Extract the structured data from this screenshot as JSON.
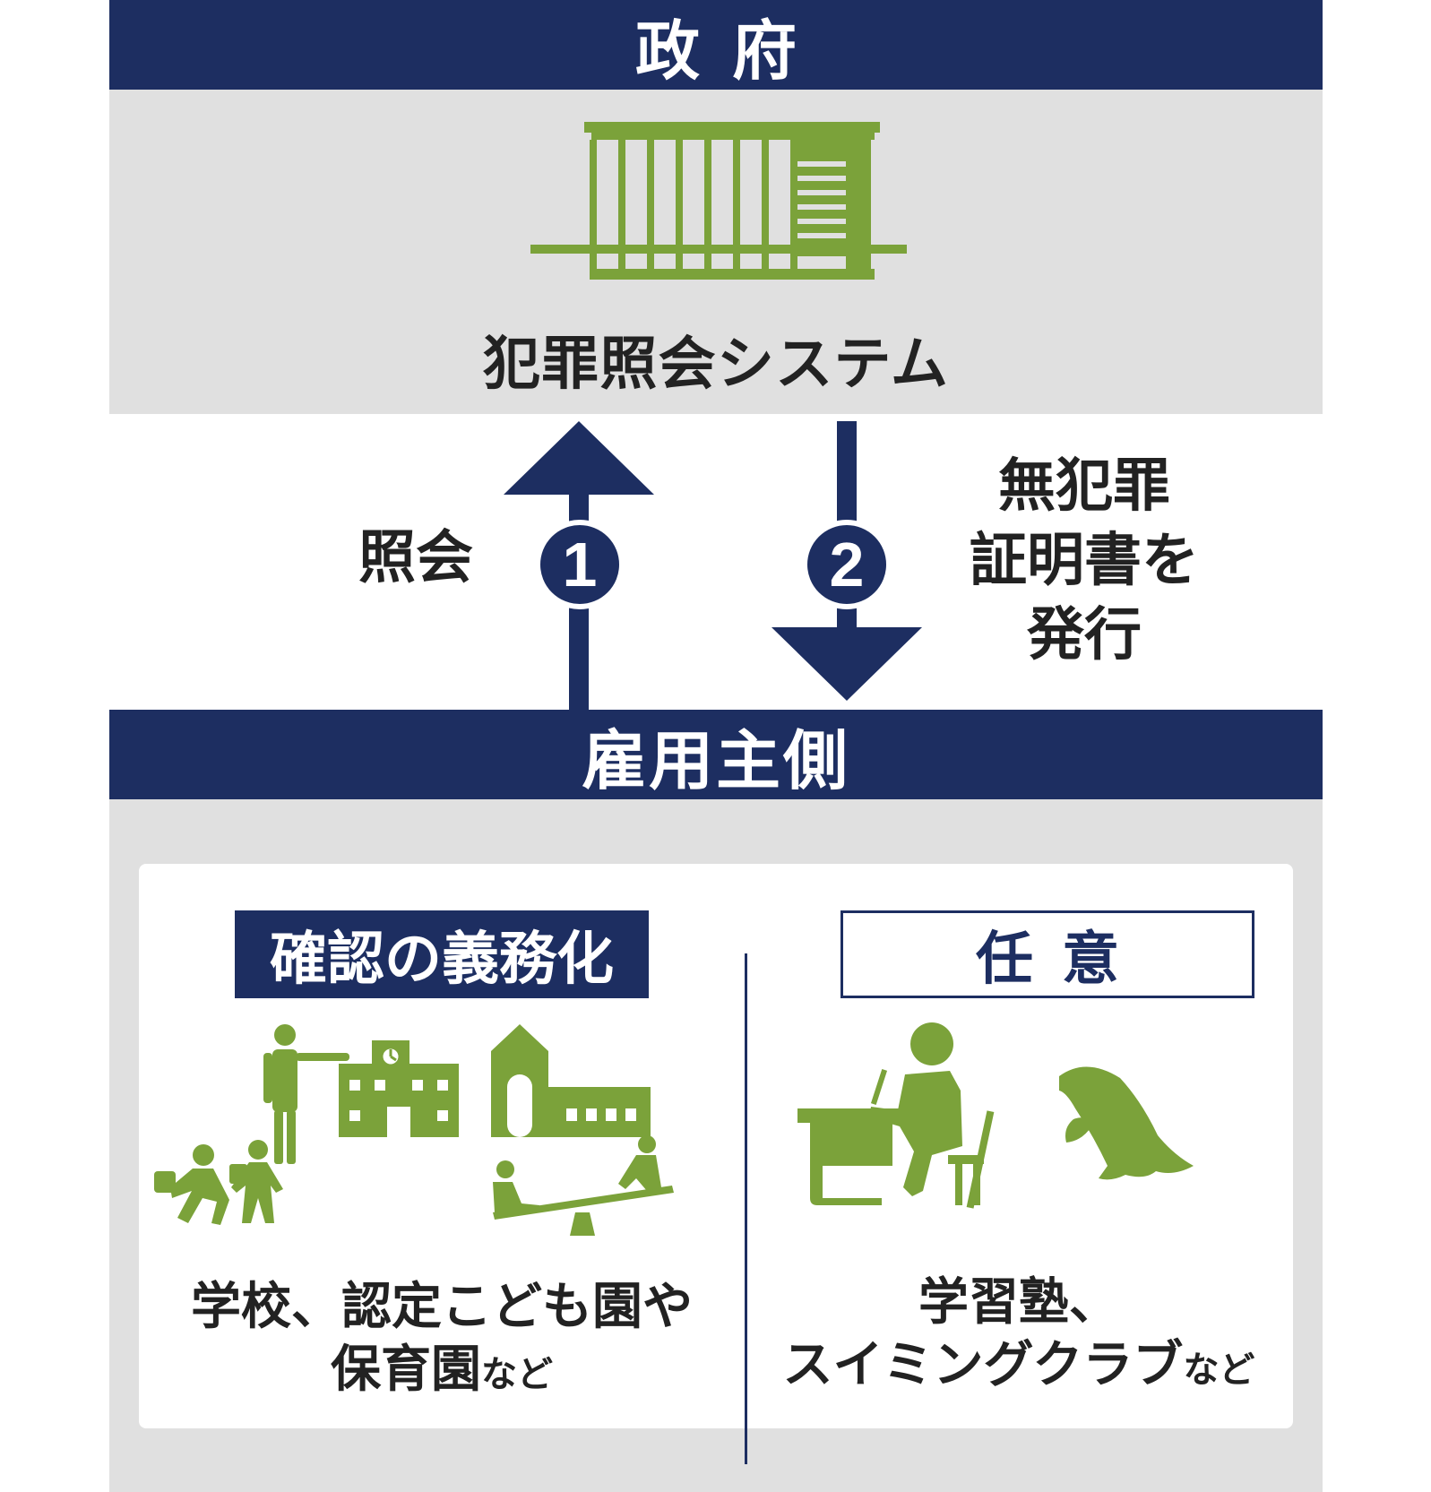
{
  "government": {
    "header": "政府",
    "system_label": "犯罪照会システム"
  },
  "flow": {
    "inquiry_label": "照会",
    "step1": "1",
    "step2": "2",
    "issue_label": [
      "無犯罪",
      "証明書を",
      "発行"
    ]
  },
  "employer": {
    "header": "雇用主側",
    "mandatory": {
      "badge": "確認の義務化",
      "caption_line1": "学校、認定こども園や",
      "caption_line2_main": "保育園",
      "caption_line2_suffix": "など"
    },
    "optional": {
      "badge": "任意",
      "caption_line1": "学習塾、",
      "caption_line2_main": "スイミングクラブ",
      "caption_line2_suffix": "など"
    }
  },
  "colors": {
    "navy": "#1d2e61",
    "green": "#7ba23a",
    "panel_gray": "#e0e0e0"
  }
}
